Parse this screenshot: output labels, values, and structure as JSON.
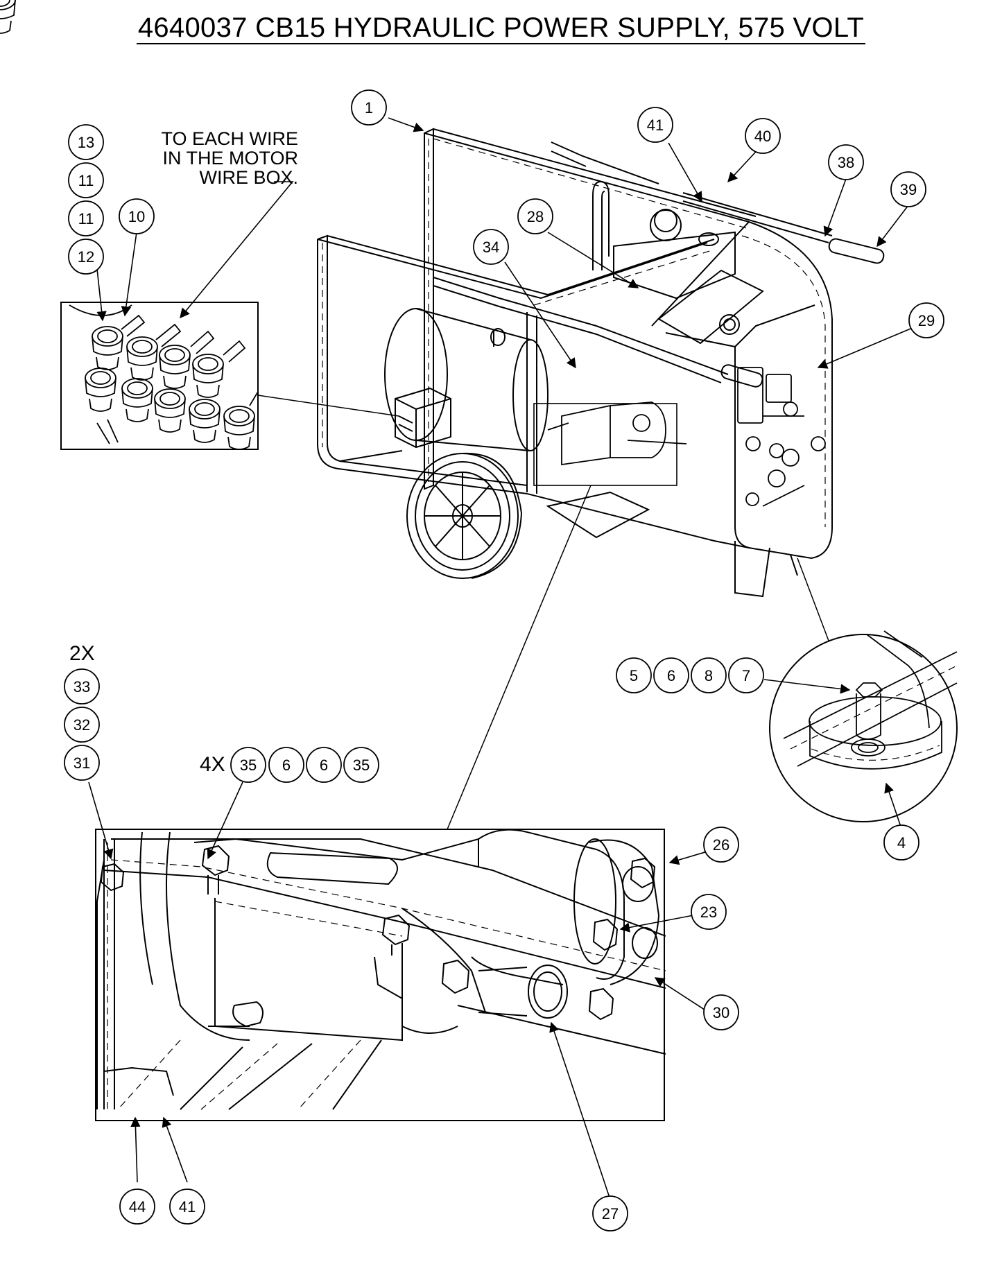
{
  "title": "4640037 CB15 HYDRAULIC POWER SUPPLY, 575 VOLT",
  "note": {
    "line1": "TO EACH WIRE",
    "line2": "IN THE MOTOR",
    "line3": "WIRE BOX."
  },
  "quantities": {
    "qty_2x": "2X",
    "qty_4x": "4X"
  },
  "balloons": [
    {
      "id": "b1",
      "label": "1"
    },
    {
      "id": "b13",
      "label": "13"
    },
    {
      "id": "b11a",
      "label": "11"
    },
    {
      "id": "b11b",
      "label": "11"
    },
    {
      "id": "b12",
      "label": "12"
    },
    {
      "id": "b10",
      "label": "10"
    },
    {
      "id": "b41top",
      "label": "41"
    },
    {
      "id": "b40",
      "label": "40"
    },
    {
      "id": "b38",
      "label": "38"
    },
    {
      "id": "b39",
      "label": "39"
    },
    {
      "id": "b28",
      "label": "28"
    },
    {
      "id": "b34",
      "label": "34"
    },
    {
      "id": "b29",
      "label": "29"
    },
    {
      "id": "b5",
      "label": "5"
    },
    {
      "id": "b6a",
      "label": "6"
    },
    {
      "id": "b8",
      "label": "8"
    },
    {
      "id": "b7",
      "label": "7"
    },
    {
      "id": "b4",
      "label": "4"
    },
    {
      "id": "b33",
      "label": "33"
    },
    {
      "id": "b32",
      "label": "32"
    },
    {
      "id": "b31",
      "label": "31"
    },
    {
      "id": "b35a",
      "label": "35"
    },
    {
      "id": "b6b",
      "label": "6"
    },
    {
      "id": "b6c",
      "label": "6"
    },
    {
      "id": "b35b",
      "label": "35"
    },
    {
      "id": "b26",
      "label": "26"
    },
    {
      "id": "b23",
      "label": "23"
    },
    {
      "id": "b30",
      "label": "30"
    },
    {
      "id": "b27",
      "label": "27"
    },
    {
      "id": "b44",
      "label": "44"
    },
    {
      "id": "b41bot",
      "label": "41"
    }
  ]
}
